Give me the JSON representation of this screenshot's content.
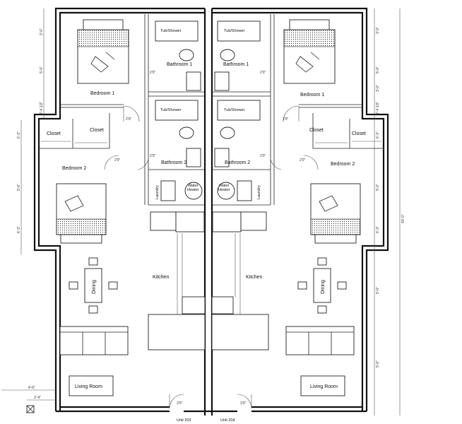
{
  "rooms": {
    "bedroom_1": "Bedroom 1",
    "bedroom_2": "Bedroom 2",
    "closet": "Closet",
    "bathroom_1": "Bathroom 1",
    "bathroom_2": "Bathroom 2",
    "tub_shower": "Tub/Shower",
    "laundry": "Laundry",
    "water_heater_line1": "Water",
    "water_heater_line2": "Heater",
    "kitchen": "Kitchen",
    "dining": "Dining",
    "living_room": "Living Room"
  },
  "units": {
    "left": "Unit 203",
    "right": "Unit 204"
  },
  "dimensions": {
    "top": [
      "3'-0\"",
      "5'-0\"",
      "2'-4 1/2\""
    ],
    "left": [
      "6'-3\"",
      "5'-0\"",
      "6'-3\""
    ],
    "right_total": "40'-0\"",
    "right_segments": [
      "3'-0\"",
      "5'-0\"",
      "3'-0\"",
      "2'-4 1/2\"",
      "6'-3\"",
      "5'-0\"",
      "6'-3\"",
      "5'-0\"",
      "5'-0\""
    ],
    "bottom_left": [
      "4'-6\"",
      "2'-4\""
    ],
    "door_width": "2'0\"",
    "door_entry": "3'0\""
  }
}
